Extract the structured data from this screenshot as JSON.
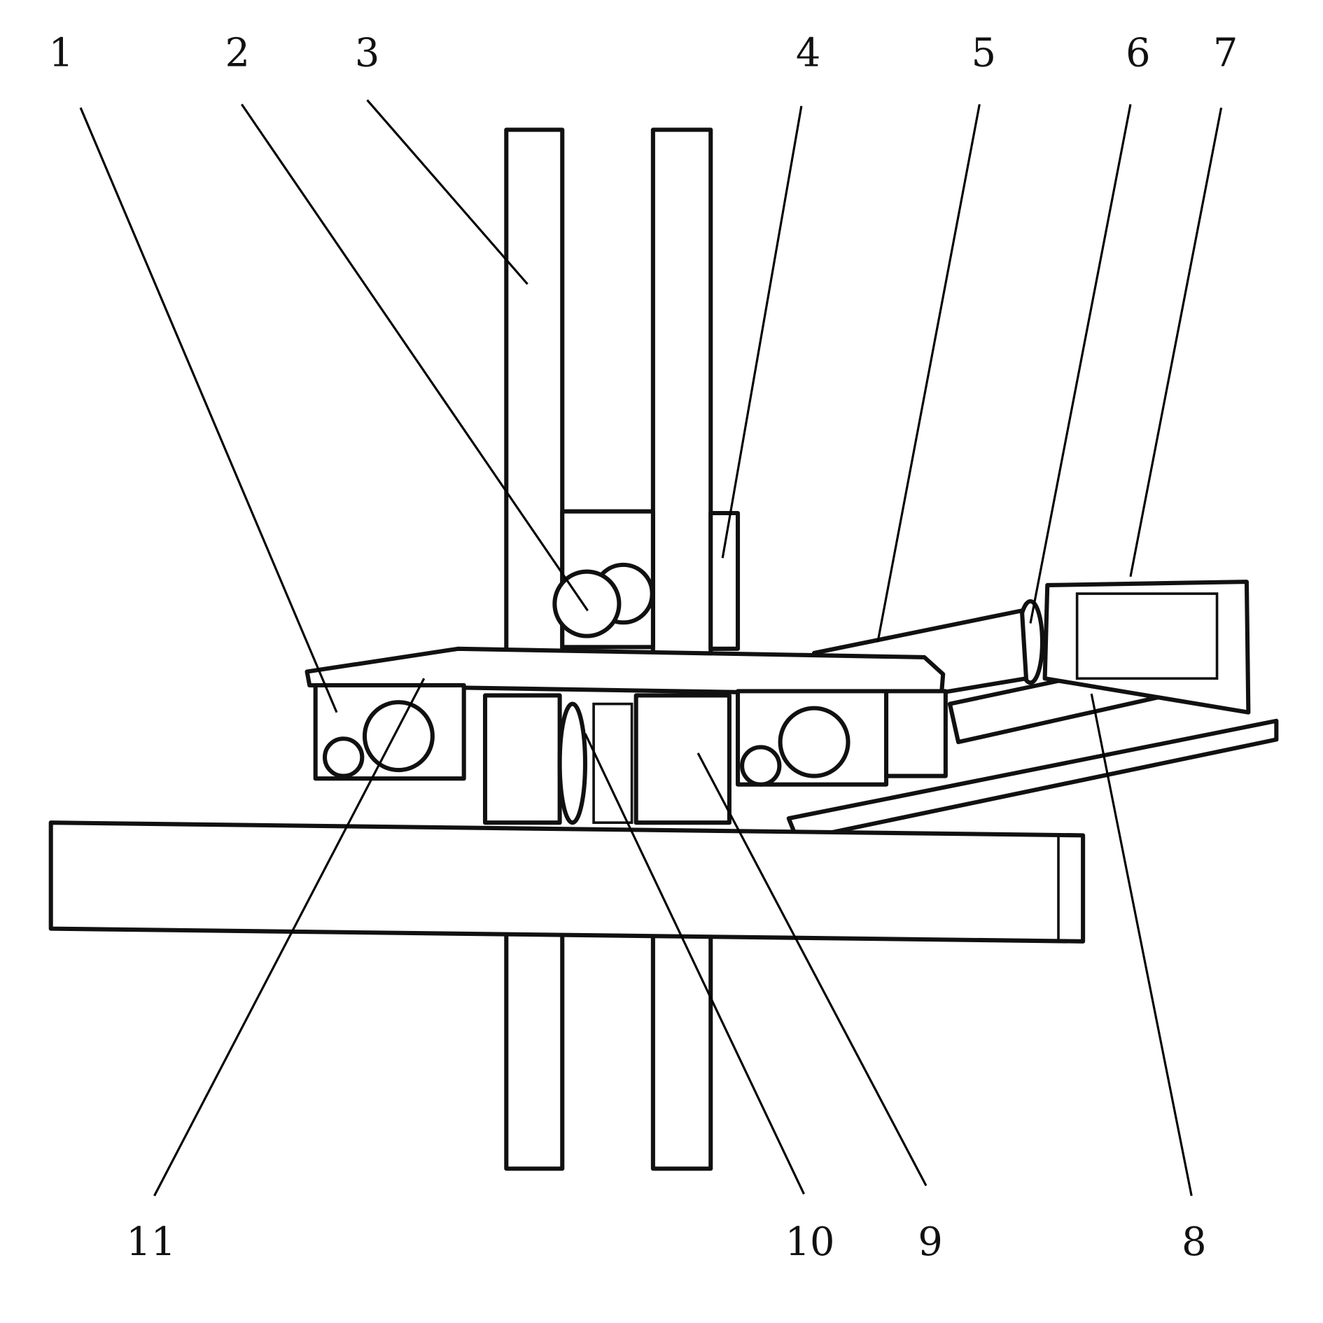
{
  "figure": {
    "labels": {
      "l1": "1",
      "l2": "2",
      "l3": "3",
      "l4": "4",
      "l5": "5",
      "l6": "6",
      "l7": "7",
      "l8": "8",
      "l9": "9",
      "l10": "10",
      "l11": "11"
    },
    "line_color": "#111111",
    "background": "#ffffff"
  }
}
